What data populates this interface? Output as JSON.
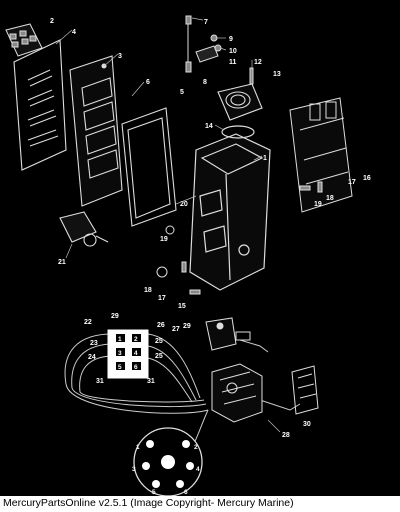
{
  "diagram": {
    "callouts": [
      {
        "label": "1"
      },
      {
        "label": "2"
      },
      {
        "label": "3"
      },
      {
        "label": "4"
      },
      {
        "label": "5"
      },
      {
        "label": "6"
      },
      {
        "label": "7"
      },
      {
        "label": "8"
      },
      {
        "label": "9"
      },
      {
        "label": "10"
      },
      {
        "label": "11"
      },
      {
        "label": "12"
      },
      {
        "label": "13"
      },
      {
        "label": "14"
      },
      {
        "label": "15"
      },
      {
        "label": "16"
      },
      {
        "label": "17"
      },
      {
        "label": "17"
      },
      {
        "label": "18"
      },
      {
        "label": "18"
      },
      {
        "label": "19"
      },
      {
        "label": "19"
      },
      {
        "label": "20"
      },
      {
        "label": "21"
      },
      {
        "label": "22"
      },
      {
        "label": "23"
      },
      {
        "label": "24"
      },
      {
        "label": "25"
      },
      {
        "label": "25"
      },
      {
        "label": "26"
      },
      {
        "label": "27"
      },
      {
        "label": "28"
      },
      {
        "label": "29"
      },
      {
        "label": "29"
      },
      {
        "label": "30"
      },
      {
        "label": "31"
      },
      {
        "label": "31"
      }
    ],
    "connector_pins": [
      "1",
      "2",
      "3",
      "4",
      "5",
      "6"
    ],
    "distributor_pins": [
      "1",
      "2",
      "3",
      "4",
      "5",
      "6"
    ]
  },
  "footer": {
    "caption": "MercuryPartsOnline v2.5.1 (Image Copyright- Mercury Marine)"
  }
}
